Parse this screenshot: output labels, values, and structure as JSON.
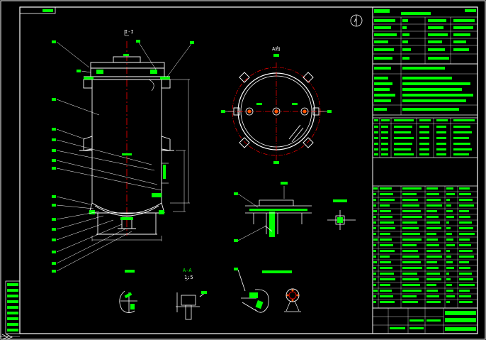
{
  "sheet": {
    "colors": {
      "background": "#000000",
      "frame": "#ffffff",
      "text_fill": "#00ff00",
      "centerline": "#ff0000",
      "dimension": "#ffffff",
      "hatch": "#00ff00"
    }
  },
  "views": {
    "main_section": {
      "label": "I-I"
    },
    "top_view": {
      "label": "A向"
    },
    "detail_a": {
      "label": ""
    },
    "detail_b": {
      "label": "A-A",
      "scale": "1:5"
    },
    "detail_c": {
      "label": ""
    },
    "detail_d": {
      "label": ""
    }
  },
  "leaders": {
    "left_count": 16,
    "right_count": 2
  },
  "title_block": {
    "north_symbol": "A"
  }
}
